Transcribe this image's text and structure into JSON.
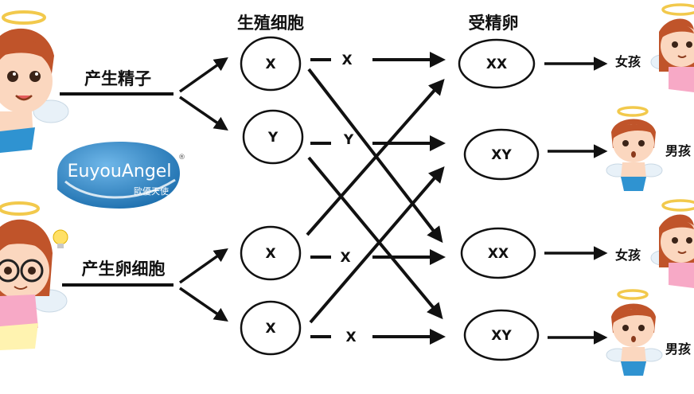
{
  "headers": {
    "germ_cells": "生殖细胞",
    "zygote": "受精卵"
  },
  "processes": {
    "male": "产生精子",
    "female": "产生卵细胞"
  },
  "sperm": [
    "X",
    "Y"
  ],
  "eggs": [
    "X",
    "X"
  ],
  "sperm_branch": [
    "X",
    "Y"
  ],
  "egg_branch": [
    "X",
    "X"
  ],
  "zygotes": [
    "XX",
    "XY",
    "XX",
    "XY"
  ],
  "outcomes": [
    "女孩",
    "男孩",
    "女孩",
    "男孩"
  ],
  "logo": {
    "name": "EuyouAngel",
    "subtitle": "歐優天使",
    "mark": "®"
  },
  "colors": {
    "ink": "#111111",
    "logo_blue": "#1d6fae",
    "skin": "#fbd7bf",
    "hair": "#c0542a",
    "halo": "#f2c94c",
    "girl_dress": "#f7a9c6",
    "boy_diaper": "#2f93d1",
    "wing": "#e8f1f8"
  }
}
